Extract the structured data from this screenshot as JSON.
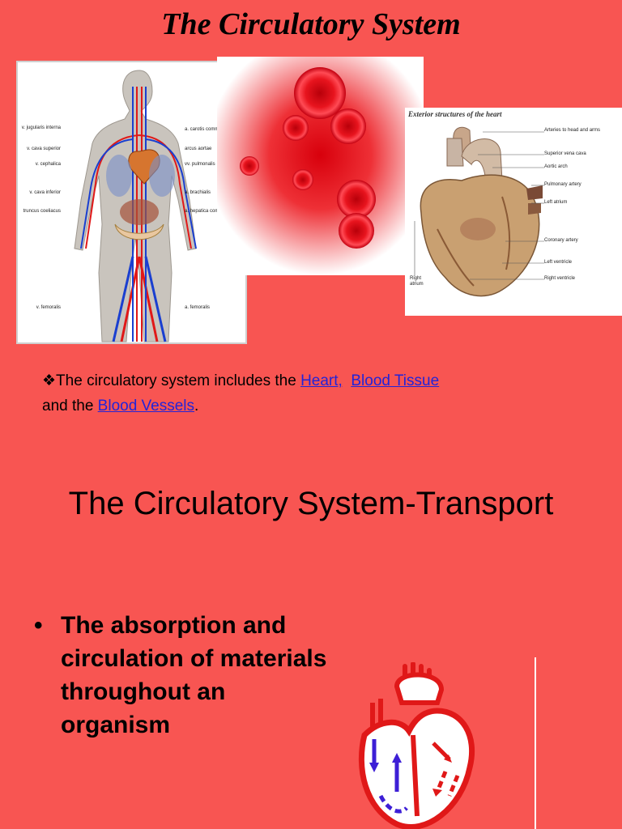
{
  "title": "The Circulatory System",
  "body_diagram": {
    "labels_left": [
      "v. jugularis interna",
      "v. cava superior",
      "v. cephalica",
      "v. cava inferior",
      "truncus coeliacus",
      "v. femoralis"
    ],
    "labels_right": [
      "a. carotis communis",
      "arcus aortae",
      "vv. pulmonalis",
      "a. brachialis",
      "a. hepatica communis",
      "a. femoralis"
    ]
  },
  "heart_diagram": {
    "title": "Exterior structures of the heart",
    "labels_right": [
      "Arteries to head and arms",
      "Superior vena cava",
      "Aortic arch",
      "Pulmonary artery",
      "Left atrium",
      "Coronary artery",
      "Left ventricle",
      "Right ventricle"
    ],
    "label_left": "Right atrium"
  },
  "intro": {
    "bullet": "❖",
    "text1": "The circulatory system includes the ",
    "link_heart": "Heart,",
    "link_blood": "Blood Tissue",
    "text2": "and the ",
    "link_vessels": "Blood Vessels",
    "text3": "."
  },
  "section_title": "The Circulatory System-Transport",
  "bullet": {
    "marker": "•",
    "text": "The absorption and circulation of materials throughout an organism"
  },
  "colors": {
    "background": "#f85552",
    "link": "#2323d8",
    "artery": "#e01818",
    "vein": "#1a3fd0"
  }
}
